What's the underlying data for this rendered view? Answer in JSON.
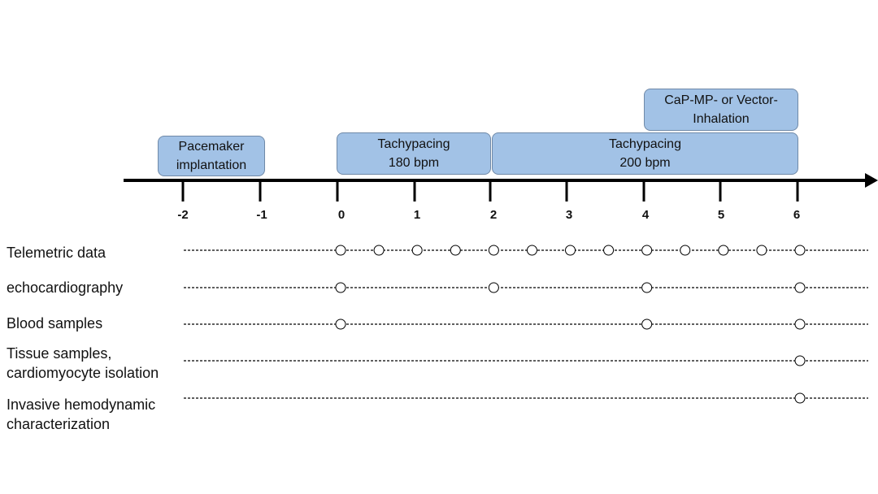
{
  "phases": [
    {
      "id": "pacemaker",
      "label": "Pacemaker\nimplantation"
    },
    {
      "id": "tachy180",
      "label": "Tachypacing\n180 bpm"
    },
    {
      "id": "tachy200",
      "label": "Tachypacing\n200 bpm"
    },
    {
      "id": "inhalation",
      "label": "CaP-MP- or Vector-\nInhalation"
    }
  ],
  "axis": {
    "ticks": [
      "-2",
      "-1",
      "0",
      "1",
      "2",
      "3",
      "4",
      "5",
      "6"
    ]
  },
  "rows": [
    {
      "id": "telemetric",
      "label": "Telemetric data",
      "markers": [
        0,
        0.5,
        1,
        1.5,
        2,
        2.5,
        3,
        3.5,
        4,
        4.5,
        5,
        5.5,
        6
      ]
    },
    {
      "id": "echo",
      "label": "echocardiography",
      "markers": [
        0,
        2,
        4,
        6
      ]
    },
    {
      "id": "blood",
      "label": "Blood samples",
      "markers": [
        0,
        4,
        6
      ]
    },
    {
      "id": "tissue",
      "label": "Tissue samples,\ncardiomyocyte isolation",
      "markers": [
        6
      ]
    },
    {
      "id": "invasive",
      "label": "Invasive hemodynamic\ncharacterization",
      "markers": [
        6
      ]
    }
  ],
  "colors": {
    "box_fill": "#a2c2e6",
    "box_border": "#6f89a8",
    "axis": "#000000",
    "marker_fill": "#ffffff"
  }
}
